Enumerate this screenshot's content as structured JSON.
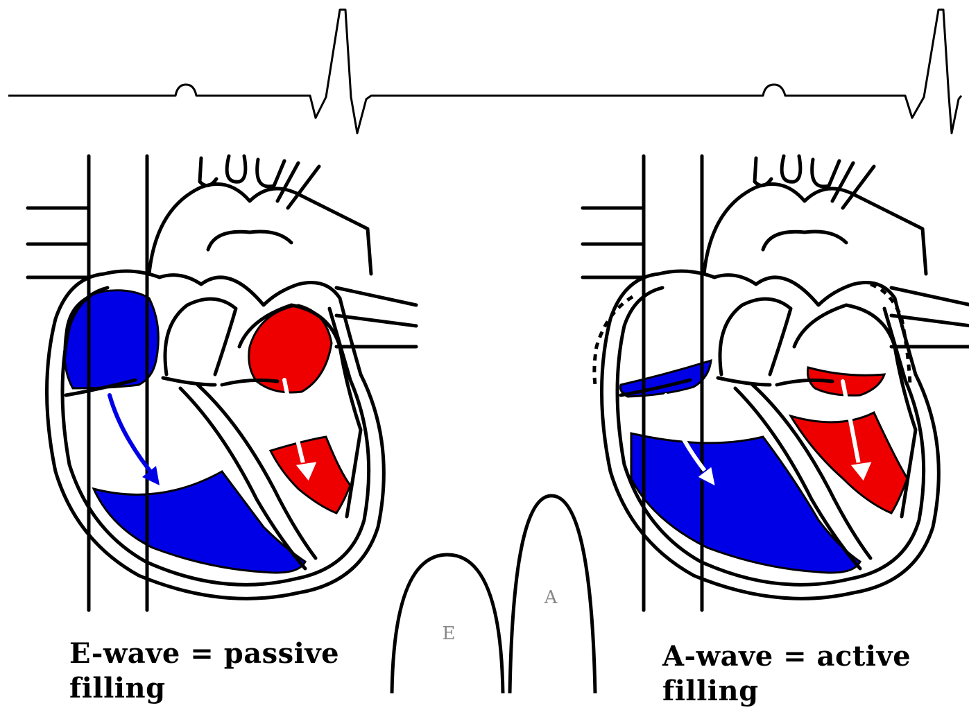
{
  "ecg": {
    "trace_color": "#000000"
  },
  "doppler": {
    "e_label": "E",
    "a_label": "A",
    "label_color": "#888888"
  },
  "hearts": {
    "left": {
      "deoxygenated_color": "#0000e6",
      "oxygenated_color": "#ee0000",
      "caption_line1": "E-wave = passive",
      "caption_line2": "filling"
    },
    "right": {
      "deoxygenated_color": "#0000e6",
      "oxygenated_color": "#ee0000",
      "caption_line1": "A-wave = active",
      "caption_line2": "filling"
    }
  }
}
